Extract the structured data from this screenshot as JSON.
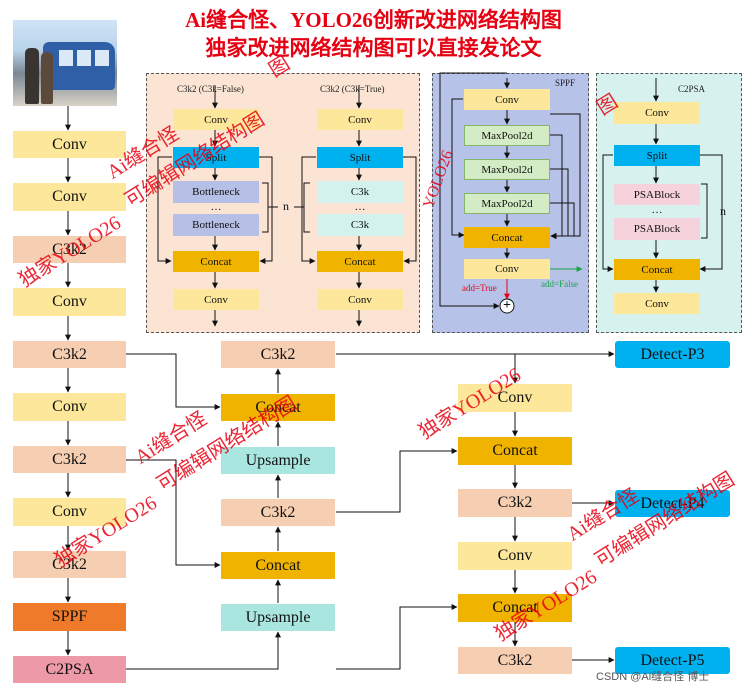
{
  "header": {
    "line1": "Ai缝合怪、YOLO26创新改进网络结构图",
    "line2": "独家改进网络结构图可以直接发论文"
  },
  "backbone": {
    "conv1": "Conv",
    "conv2": "Conv",
    "c3k2_1": "C3k2",
    "conv3": "Conv",
    "c3k2_2": "C3k2",
    "conv4": "Conv",
    "c3k2_3": "C3k2",
    "conv5": "Conv",
    "c3k2_4": "C3k2",
    "sppf": "SPPF",
    "c2psa": "C2PSA"
  },
  "neck_left": {
    "c3k2_top": "C3k2",
    "concat_top": "Concat",
    "upsample_top": "Upsample",
    "c3k2_mid": "C3k2",
    "concat_mid": "Concat",
    "upsample_bottom": "Upsample"
  },
  "neck_right": {
    "conv_a": "Conv",
    "concat_a": "Concat",
    "c3k2_a": "C3k2",
    "conv_b": "Conv",
    "concat_b": "Concat",
    "c3k2_b": "C3k2"
  },
  "heads": {
    "p3": "Detect-P3",
    "p4": "Detect-P4",
    "p5": "Detect-P5"
  },
  "panel_c3k2": {
    "false_title": "C3k2 (C3k=False)",
    "true_title": "C3k2 (C3k=True)",
    "conv_in": "Conv",
    "split": "Split",
    "bottleneck1": "Bottleneck",
    "dots": "…",
    "bottleneck2": "Bottleneck",
    "concat": "Concat",
    "conv_out": "Conv",
    "c3k1": "C3k",
    "c3k2": "C3k",
    "n_label": "n"
  },
  "panel_sppf": {
    "title": "SPPF",
    "conv_in": "Conv",
    "pool1": "MaxPool2d",
    "pool2": "MaxPool2d",
    "pool3": "MaxPool2d",
    "concat": "Concat",
    "conv_out": "Conv",
    "add_true": "add=True",
    "add_false": "add=False",
    "plus": "+"
  },
  "panel_c2psa": {
    "title": "C2PSA",
    "conv_in": "Conv",
    "split": "Split",
    "psa1": "PSABlock",
    "dots": "…",
    "psa2": "PSABlock",
    "n_label": "n",
    "concat": "Concat",
    "conv_out": "Conv"
  },
  "watermarks": {
    "w1": "Ai缝合怪",
    "w2": "可编辑网络结构图",
    "w3": "独家YOLO26",
    "w4": "Ai缝合怪",
    "w5": "可编辑网络结构图",
    "w6": "独家YOLO26",
    "w7": "独家YOLO26",
    "w8": "Ai缝合怪",
    "w9": "可编辑网络结构图",
    "w10": "独家YOLO26",
    "w11": "图",
    "w12": "YOLO26",
    "w13": "图"
  },
  "footer": {
    "credit": "CSDN @Ai缝合怪 博士"
  },
  "colors": {
    "conv": "#fde79a",
    "c3k2": "#f6cfb2",
    "concat": "#f0b400",
    "upsample": "#a9e6df",
    "sppf": "#ef7a2a",
    "c2psa": "#ee99a8",
    "detect": "#00b1f0",
    "title": "#e60012"
  }
}
